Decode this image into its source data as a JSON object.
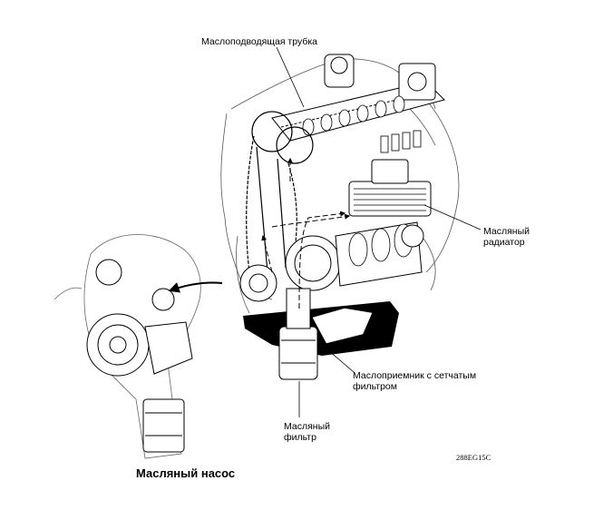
{
  "labels": {
    "oil_feed_pipe": "Маслоподводящая трубка",
    "oil_cooler": [
      "Масляный",
      "радиатор"
    ],
    "oil_strainer": [
      "Маслоприемник с сетчатым",
      "фильтром"
    ],
    "oil_filter": [
      "Масляный",
      "фильтр"
    ],
    "oil_pump_caption": "Масляный насос",
    "figure_code": "288EG15C"
  },
  "colors": {
    "ink": "#000000",
    "paper": "#ffffff"
  }
}
